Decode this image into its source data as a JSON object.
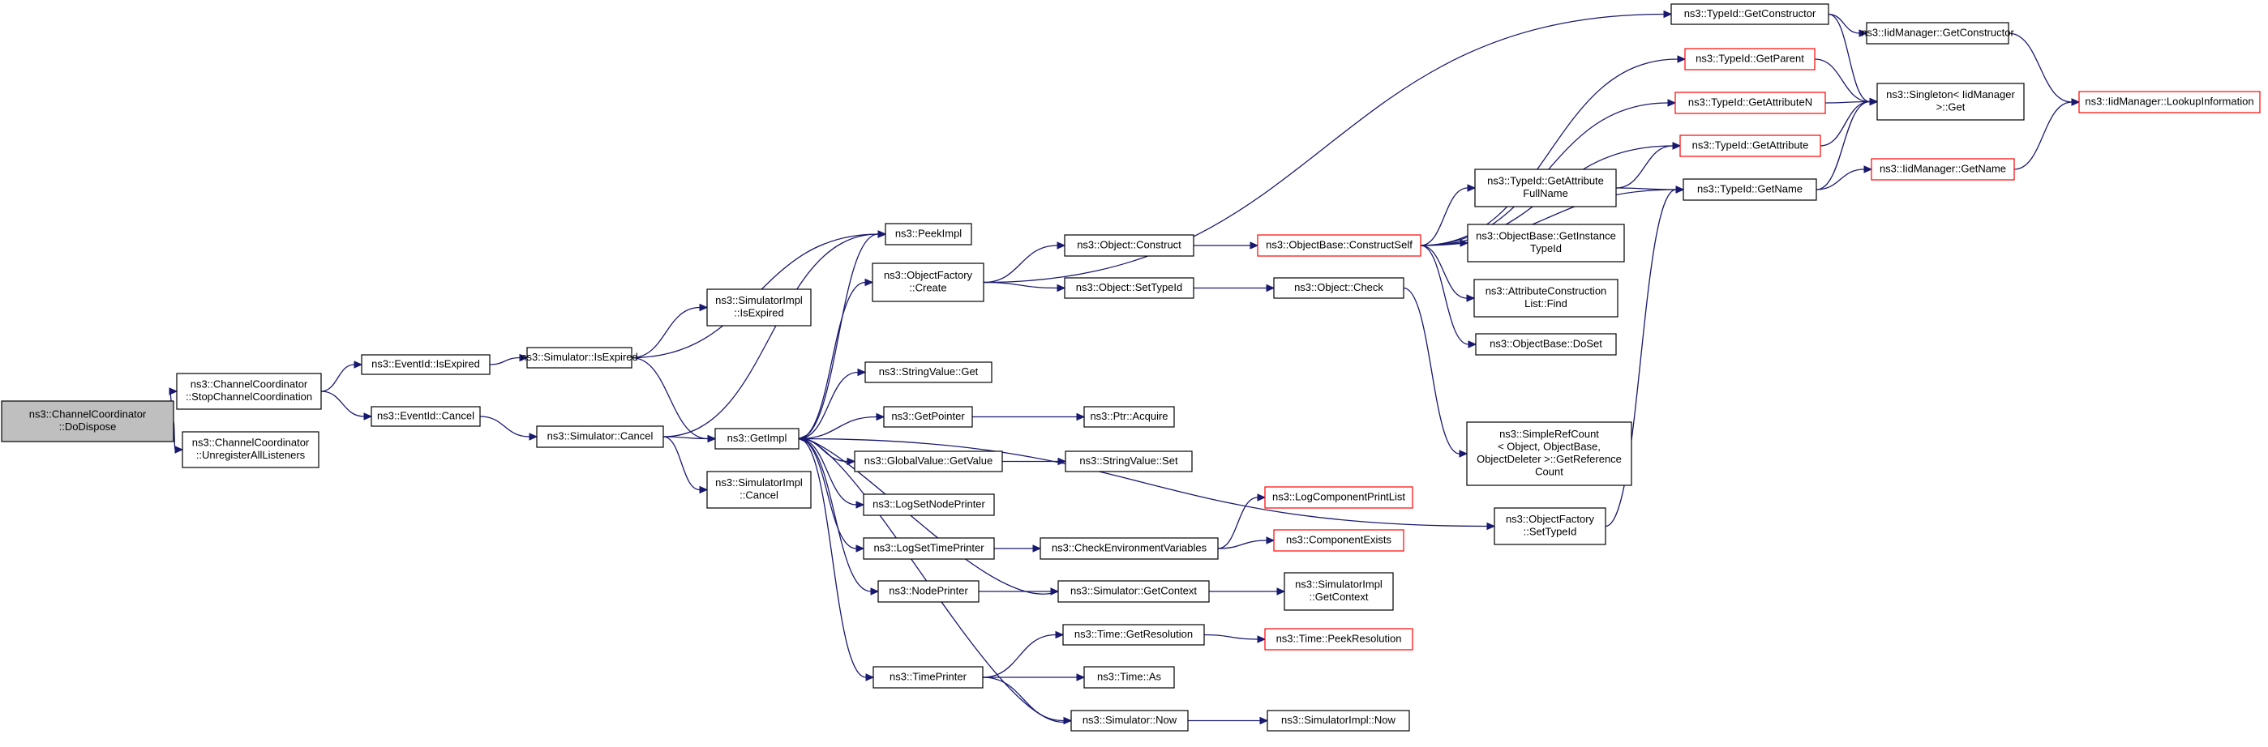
{
  "colors": {
    "edge": "#191970",
    "node_border": "#000000",
    "node_border_incomplete": "#ff0000",
    "root_fill": "#bfbfbf",
    "node_fill": "#ffffff"
  },
  "graph": {
    "nodes": [
      {
        "id": "n0",
        "lines": [
          "ns3::ChannelCoordinator",
          "::DoDispose"
        ],
        "root": true
      },
      {
        "id": "n1",
        "lines": [
          "ns3::ChannelCoordinator",
          "::StopChannelCoordination"
        ]
      },
      {
        "id": "n2",
        "lines": [
          "ns3::ChannelCoordinator",
          "::UnregisterAllListeners"
        ]
      },
      {
        "id": "n3",
        "lines": [
          "ns3::EventId::IsExpired"
        ]
      },
      {
        "id": "n4",
        "lines": [
          "ns3::EventId::Cancel"
        ]
      },
      {
        "id": "n5",
        "lines": [
          "ns3::Simulator::IsExpired"
        ]
      },
      {
        "id": "n6",
        "lines": [
          "ns3::Simulator::Cancel"
        ]
      },
      {
        "id": "n7",
        "lines": [
          "ns3::SimulatorImpl",
          "::IsExpired"
        ]
      },
      {
        "id": "n8",
        "lines": [
          "ns3::SimulatorImpl",
          "::Cancel"
        ]
      },
      {
        "id": "n9",
        "lines": [
          "ns3::GetImpl"
        ]
      },
      {
        "id": "n10",
        "lines": [
          "ns3::PeekImpl"
        ]
      },
      {
        "id": "n11",
        "lines": [
          "ns3::ObjectFactory",
          "::Create"
        ]
      },
      {
        "id": "n12",
        "lines": [
          "ns3::StringValue::Get"
        ]
      },
      {
        "id": "n13",
        "lines": [
          "ns3::GetPointer"
        ]
      },
      {
        "id": "n14",
        "lines": [
          "ns3::GlobalValue::GetValue"
        ]
      },
      {
        "id": "n15",
        "lines": [
          "ns3::LogSetNodePrinter"
        ]
      },
      {
        "id": "n16",
        "lines": [
          "ns3::LogSetTimePrinter"
        ]
      },
      {
        "id": "n17",
        "lines": [
          "ns3::NodePrinter"
        ]
      },
      {
        "id": "n18",
        "lines": [
          "ns3::TimePrinter"
        ]
      },
      {
        "id": "n19",
        "lines": [
          "ns3::Object::Construct"
        ]
      },
      {
        "id": "n20",
        "lines": [
          "ns3::Object::SetTypeId"
        ]
      },
      {
        "id": "n21",
        "lines": [
          "ns3::Ptr::Acquire"
        ]
      },
      {
        "id": "n22",
        "lines": [
          "ns3::StringValue::Set"
        ]
      },
      {
        "id": "n23",
        "lines": [
          "ns3::CheckEnvironmentVariables"
        ]
      },
      {
        "id": "n24",
        "lines": [
          "ns3::Simulator::GetContext"
        ]
      },
      {
        "id": "n25",
        "lines": [
          "ns3::Time::GetResolution"
        ]
      },
      {
        "id": "n26",
        "lines": [
          "ns3::Time::As"
        ]
      },
      {
        "id": "n27",
        "lines": [
          "ns3::Simulator::Now"
        ]
      },
      {
        "id": "n28",
        "lines": [
          "ns3::ObjectBase::ConstructSelf"
        ],
        "red": true
      },
      {
        "id": "n29",
        "lines": [
          "ns3::Object::Check"
        ]
      },
      {
        "id": "n30",
        "lines": [
          "ns3::LogComponentPrintList"
        ],
        "red": true
      },
      {
        "id": "n31",
        "lines": [
          "ns3::ComponentExists"
        ],
        "red": true
      },
      {
        "id": "n32",
        "lines": [
          "ns3::SimulatorImpl",
          "::GetContext"
        ]
      },
      {
        "id": "n33",
        "lines": [
          "ns3::Time::PeekResolution"
        ],
        "red": true
      },
      {
        "id": "n34",
        "lines": [
          "ns3::SimulatorImpl::Now"
        ]
      },
      {
        "id": "n35",
        "lines": [
          "ns3::TypeId::GetAttribute",
          "FullName"
        ]
      },
      {
        "id": "n36",
        "lines": [
          "ns3::ObjectBase::GetInstance",
          "TypeId"
        ]
      },
      {
        "id": "n37",
        "lines": [
          "ns3::AttributeConstruction",
          "List::Find"
        ]
      },
      {
        "id": "n38",
        "lines": [
          "ns3::ObjectBase::DoSet"
        ]
      },
      {
        "id": "n39",
        "lines": [
          "ns3::SimpleRefCount",
          "< Object, ObjectBase,",
          "ObjectDeleter >::GetReference",
          "Count"
        ]
      },
      {
        "id": "n40",
        "lines": [
          "ns3::ObjectFactory",
          "::SetTypeId"
        ]
      },
      {
        "id": "n41",
        "lines": [
          "ns3::TypeId::GetConstructor"
        ]
      },
      {
        "id": "n42",
        "lines": [
          "ns3::TypeId::GetParent"
        ],
        "red": true
      },
      {
        "id": "n43",
        "lines": [
          "ns3::TypeId::GetAttributeN"
        ],
        "red": true
      },
      {
        "id": "n44",
        "lines": [
          "ns3::TypeId::GetAttribute"
        ],
        "red": true
      },
      {
        "id": "n45",
        "lines": [
          "ns3::TypeId::GetName"
        ]
      },
      {
        "id": "n46",
        "lines": [
          "ns3::IidManager::GetConstructor"
        ]
      },
      {
        "id": "n47",
        "lines": [
          "ns3::Singleton< IidManager",
          " >::Get"
        ]
      },
      {
        "id": "n48",
        "lines": [
          "ns3::IidManager::GetName"
        ],
        "red": true
      },
      {
        "id": "n49",
        "lines": [
          "ns3::IidManager::LookupInformation"
        ],
        "red": true
      }
    ],
    "edges": [
      [
        "n0",
        "n1"
      ],
      [
        "n0",
        "n2"
      ],
      [
        "n1",
        "n3"
      ],
      [
        "n1",
        "n4"
      ],
      [
        "n3",
        "n5"
      ],
      [
        "n4",
        "n6"
      ],
      [
        "n5",
        "n7"
      ],
      [
        "n5",
        "n9"
      ],
      [
        "n5",
        "n10"
      ],
      [
        "n6",
        "n8"
      ],
      [
        "n6",
        "n9"
      ],
      [
        "n6",
        "n10"
      ],
      [
        "n9",
        "n10"
      ],
      [
        "n9",
        "n11"
      ],
      [
        "n9",
        "n12"
      ],
      [
        "n9",
        "n13"
      ],
      [
        "n9",
        "n14"
      ],
      [
        "n9",
        "n15"
      ],
      [
        "n9",
        "n16"
      ],
      [
        "n9",
        "n17"
      ],
      [
        "n9",
        "n18"
      ],
      [
        "n9",
        "n40"
      ],
      [
        "n11",
        "n19"
      ],
      [
        "n11",
        "n20"
      ],
      [
        "n11",
        "n41"
      ],
      [
        "n13",
        "n21"
      ],
      [
        "n14",
        "n22"
      ],
      [
        "n16",
        "n23"
      ],
      [
        "n17",
        "n24"
      ],
      [
        "n18",
        "n25"
      ],
      [
        "n18",
        "n26"
      ],
      [
        "n18",
        "n27"
      ],
      [
        "n19",
        "n28"
      ],
      [
        "n20",
        "n29"
      ],
      [
        "n23",
        "n30"
      ],
      [
        "n23",
        "n31"
      ],
      [
        "n24",
        "n32"
      ],
      [
        "n24",
        "n9"
      ],
      [
        "n25",
        "n33"
      ],
      [
        "n27",
        "n34"
      ],
      [
        "n27",
        "n9"
      ],
      [
        "n28",
        "n35"
      ],
      [
        "n28",
        "n36"
      ],
      [
        "n28",
        "n37"
      ],
      [
        "n28",
        "n38"
      ],
      [
        "n28",
        "n42"
      ],
      [
        "n28",
        "n43"
      ],
      [
        "n28",
        "n44"
      ],
      [
        "n28",
        "n45"
      ],
      [
        "n29",
        "n39"
      ],
      [
        "n35",
        "n44"
      ],
      [
        "n35",
        "n45"
      ],
      [
        "n40",
        "n45"
      ],
      [
        "n41",
        "n46"
      ],
      [
        "n41",
        "n47"
      ],
      [
        "n42",
        "n47"
      ],
      [
        "n43",
        "n47"
      ],
      [
        "n44",
        "n47"
      ],
      [
        "n45",
        "n47"
      ],
      [
        "n45",
        "n48"
      ],
      [
        "n46",
        "n49"
      ],
      [
        "n48",
        "n49"
      ]
    ]
  }
}
